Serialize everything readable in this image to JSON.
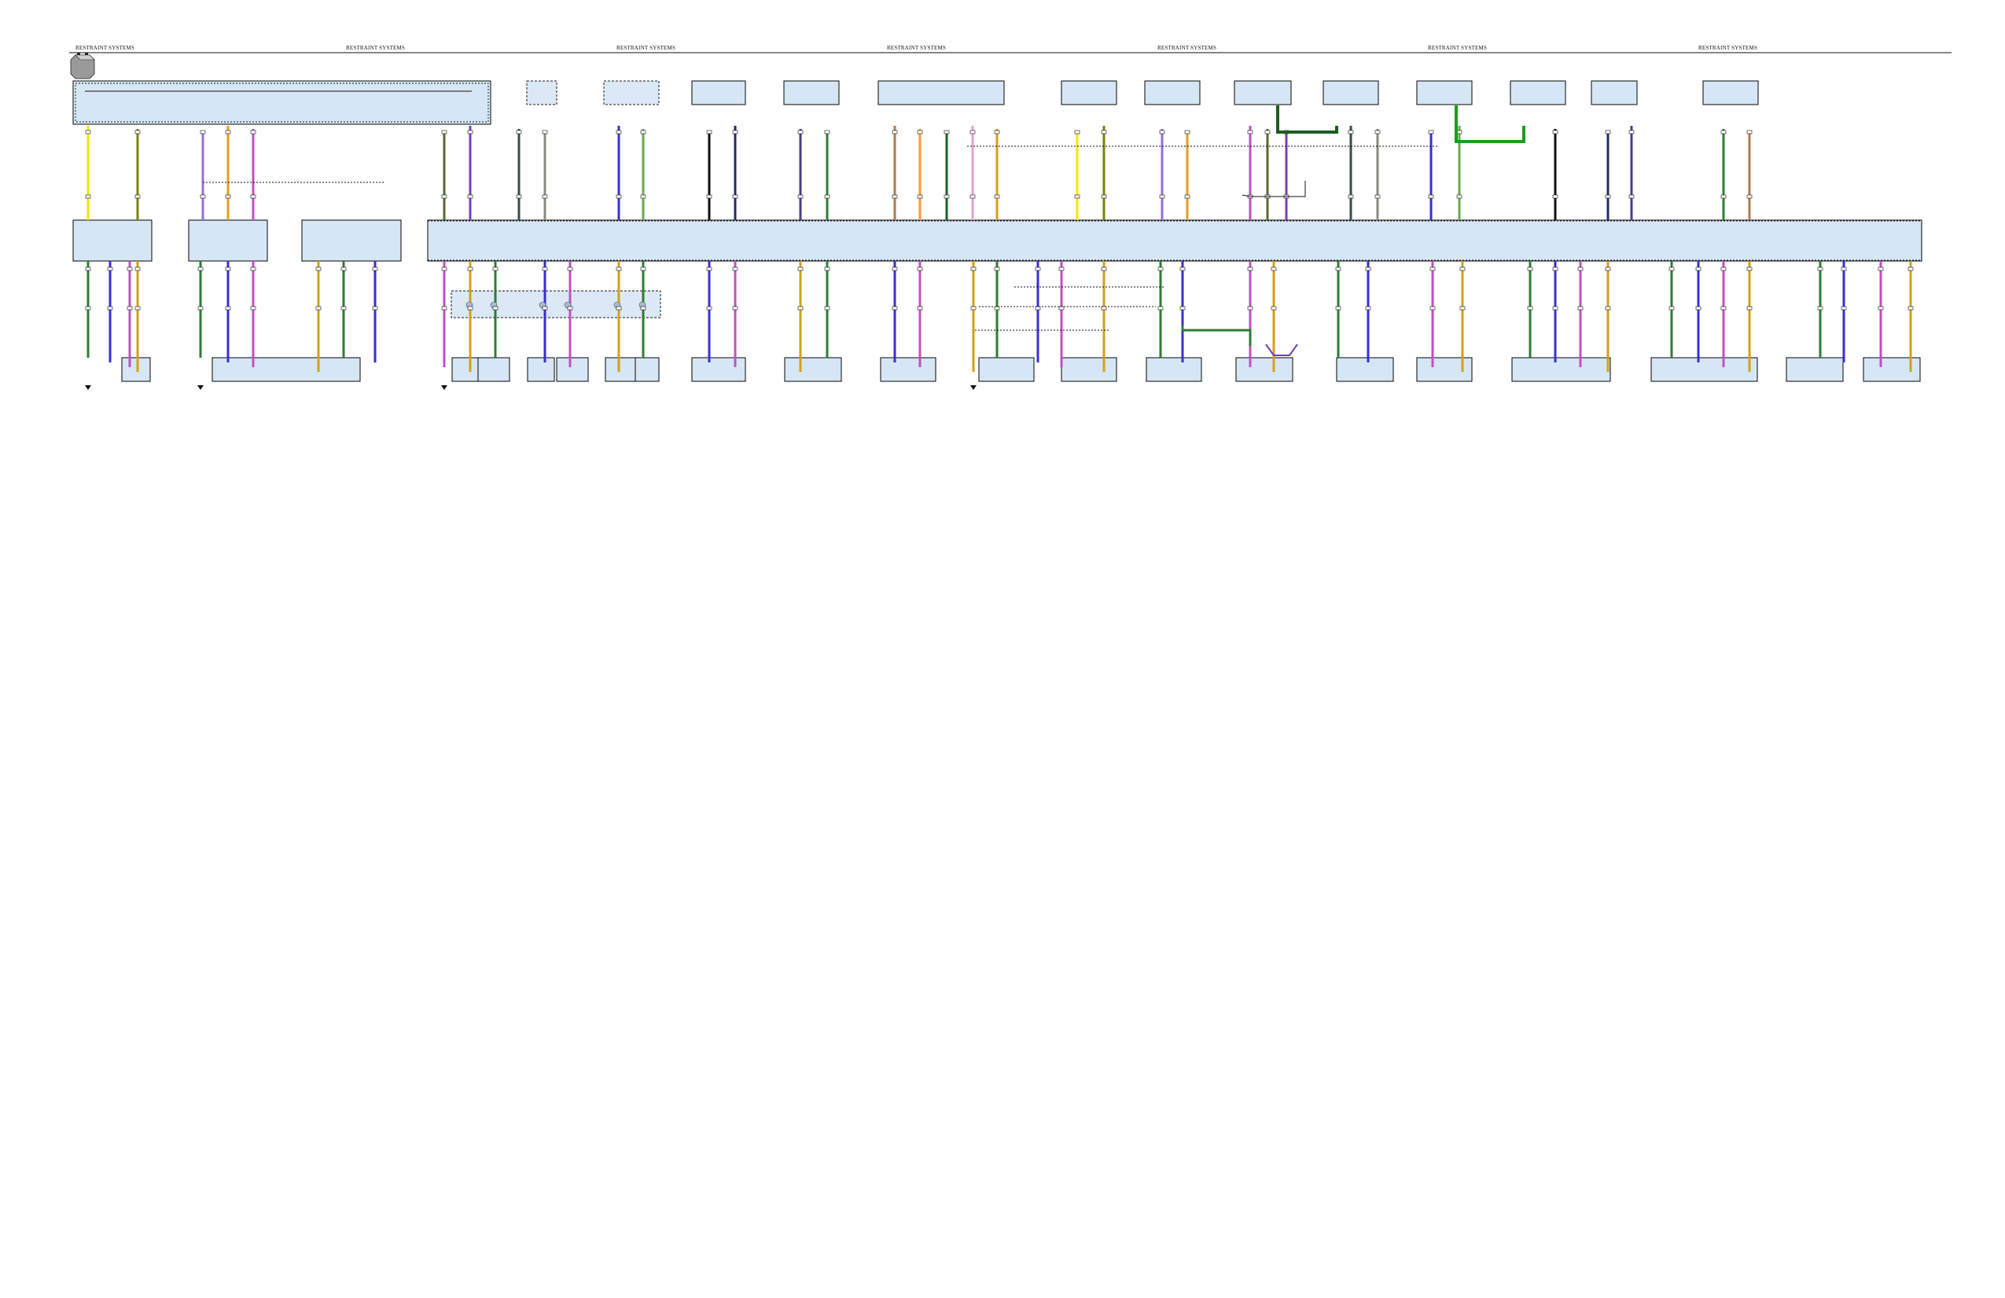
{
  "sheet": {
    "header_titles": [
      "RESTRAINT SYSTEMS",
      "RESTRAINT SYSTEMS",
      "RESTRAINT SYSTEMS",
      "RESTRAINT SYSTEMS",
      "RESTRAINT SYSTEMS",
      "RESTRAINT SYSTEMS",
      "RESTRAINT SYSTEMS"
    ]
  },
  "colors": {
    "module_fill": "#d6e6f5",
    "line_black": "#111111",
    "wire_palette": [
      "#111111",
      "#2e7d32",
      "#1b5e20",
      "#f2e600",
      "#e0a020",
      "#7b3fb5",
      "#3a2fd0",
      "#1f2a6b",
      "#b07a50",
      "#e8a0c8",
      "#808000",
      "#c050c0",
      "#2f4f4f",
      "#6aa84f",
      "#4b3b8f",
      "#ff9933",
      "#d4a017",
      "#9370db",
      "#556b2f",
      "#8b8b83"
    ]
  },
  "icons": [
    "battery-icon",
    "ground-icon",
    "splice-icon",
    "switch-icon",
    "squib-icon"
  ]
}
